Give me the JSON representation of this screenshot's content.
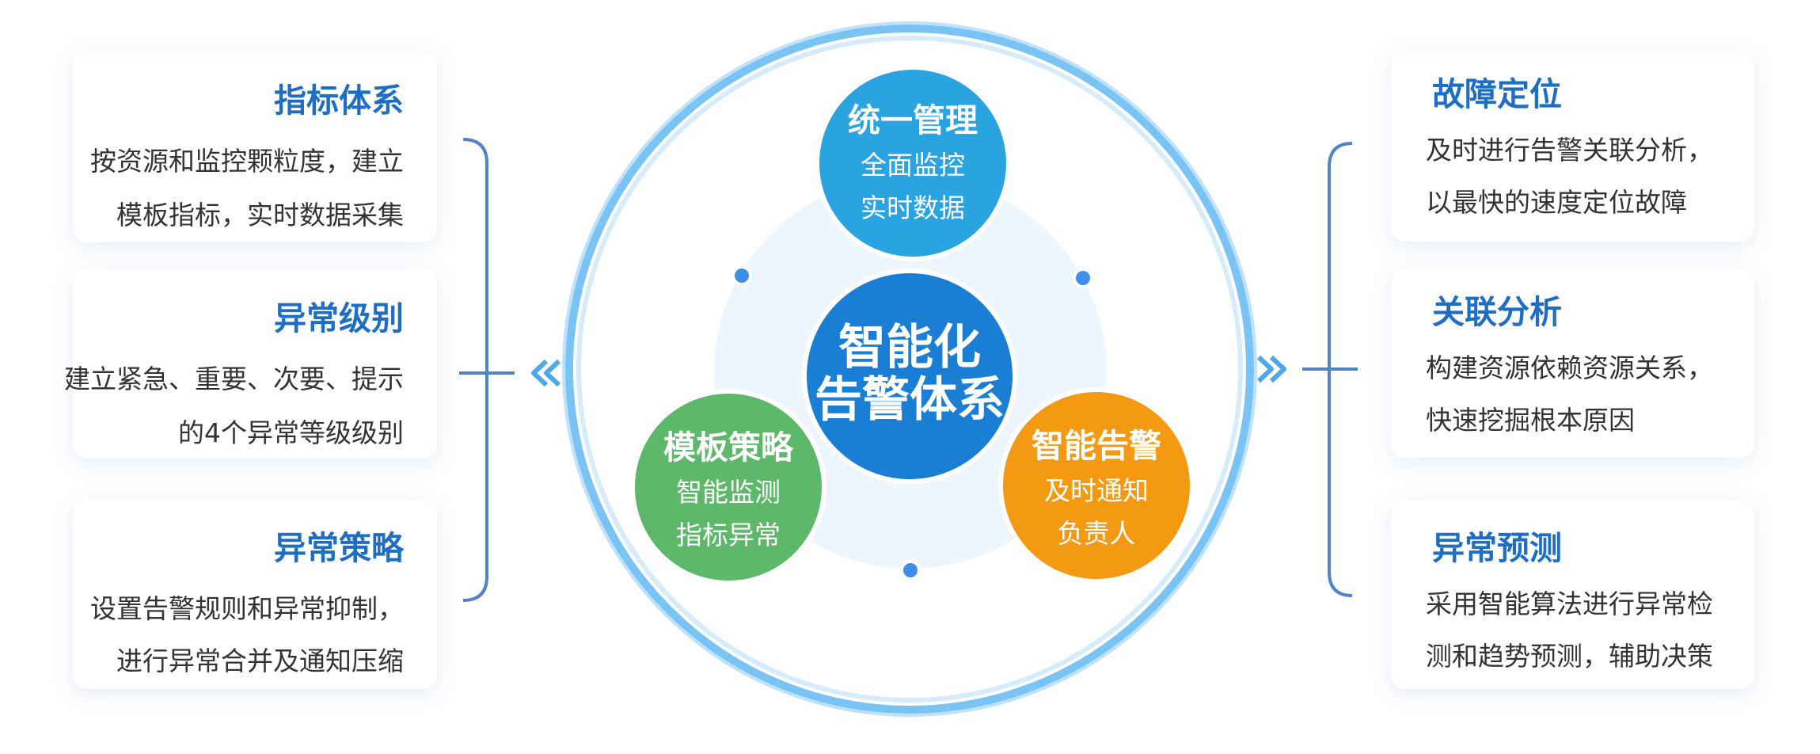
{
  "colors": {
    "title_blue": "#1e6fc4",
    "text": "#333333",
    "ring": "#6bbdf2",
    "bracket": "#4f84c6",
    "top_circle": "#2aa4e0",
    "center_circle": "#1a7fd4",
    "left_circle": "#5db86a",
    "right_circle": "#f39a12"
  },
  "left_cards": [
    {
      "title": "指标体系",
      "lines": [
        "按资源和监控颗粒度，建立",
        "模板指标，实时数据采集"
      ]
    },
    {
      "title": "异常级别",
      "lines": [
        "建立紧急、重要、次要、提示",
        "的4个异常等级级别"
      ]
    },
    {
      "title": "异常策略",
      "lines": [
        "设置告警规则和异常抑制，",
        "进行异常合并及通知压缩"
      ]
    }
  ],
  "right_cards": [
    {
      "title": "故障定位",
      "lines": [
        "及时进行告警关联分析，",
        "以最快的速度定位故障"
      ]
    },
    {
      "title": "关联分析",
      "lines": [
        "构建资源依赖资源关系，",
        "快速挖掘根本原因"
      ]
    },
    {
      "title": "异常预测",
      "lines": [
        "采用智能算法进行异常检",
        "测和趋势预测，辅助决策"
      ]
    }
  ],
  "center": {
    "lines": [
      "智能化",
      "告警体系"
    ]
  },
  "top_circle": {
    "title": "统一管理",
    "lines": [
      "全面监控",
      "实时数据"
    ]
  },
  "left_circle": {
    "title": "模板策略",
    "lines": [
      "智能监测",
      "指标异常"
    ]
  },
  "right_circle": {
    "title": "智能告警",
    "lines": [
      "及时通知",
      "负责人"
    ]
  },
  "icons": {
    "left_arrow": "double-chevron-left-icon",
    "right_arrow": "double-chevron-right-icon"
  }
}
